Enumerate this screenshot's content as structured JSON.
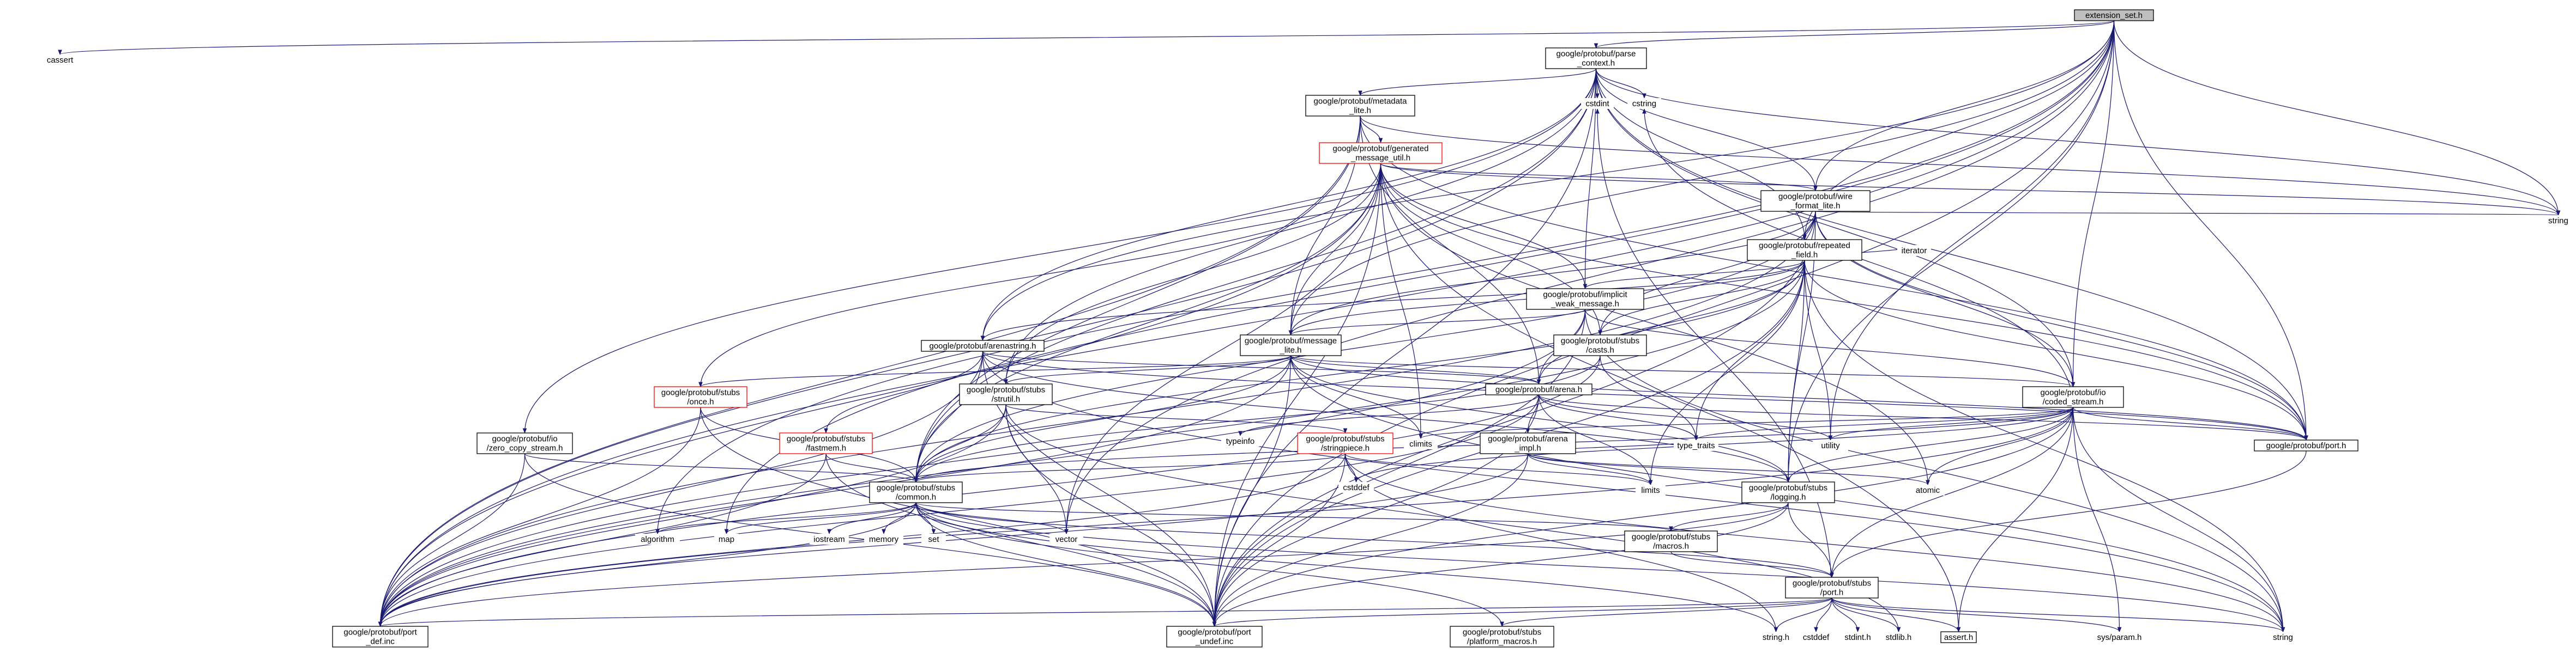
{
  "graph": {
    "nodes": [
      {
        "id": "extension_set",
        "lines": [
          "extension_set.h"
        ],
        "style": "self"
      },
      {
        "id": "cassert",
        "lines": [
          "cassert"
        ],
        "style": "plain"
      },
      {
        "id": "parse_context",
        "lines": [
          "google/protobuf/parse",
          "_context.h"
        ],
        "style": "box"
      },
      {
        "id": "cstdint",
        "lines": [
          "cstdint"
        ],
        "style": "plain"
      },
      {
        "id": "cstring",
        "lines": [
          "cstring"
        ],
        "style": "plain"
      },
      {
        "id": "metadata_lite",
        "lines": [
          "google/protobuf/metadata",
          "_lite.h"
        ],
        "style": "box"
      },
      {
        "id": "generated_message_util",
        "lines": [
          "google/protobuf/generated",
          "_message_util.h"
        ],
        "style": "red"
      },
      {
        "id": "wire_format_lite",
        "lines": [
          "google/protobuf/wire",
          "_format_lite.h"
        ],
        "style": "box"
      },
      {
        "id": "repeated_field",
        "lines": [
          "google/protobuf/repeated",
          "_field.h"
        ],
        "style": "box"
      },
      {
        "id": "iterator",
        "lines": [
          "iterator"
        ],
        "style": "plain"
      },
      {
        "id": "implicit_weak_message",
        "lines": [
          "google/protobuf/implicit",
          "_weak_message.h"
        ],
        "style": "box"
      },
      {
        "id": "casts",
        "lines": [
          "google/protobuf/stubs",
          "/casts.h"
        ],
        "style": "box"
      },
      {
        "id": "arenastring",
        "lines": [
          "google/protobuf/arenastring.h"
        ],
        "style": "box"
      },
      {
        "id": "message_lite",
        "lines": [
          "google/protobuf/message",
          "_lite.h"
        ],
        "style": "box"
      },
      {
        "id": "once",
        "lines": [
          "google/protobuf/stubs",
          "/once.h"
        ],
        "style": "red"
      },
      {
        "id": "strutil",
        "lines": [
          "google/protobuf/stubs",
          "/strutil.h"
        ],
        "style": "box"
      },
      {
        "id": "arena",
        "lines": [
          "google/protobuf/arena.h"
        ],
        "style": "box"
      },
      {
        "id": "coded_stream",
        "lines": [
          "google/protobuf/io",
          "/coded_stream.h"
        ],
        "style": "box"
      },
      {
        "id": "fastmem",
        "lines": [
          "google/protobuf/stubs",
          "/fastmem.h"
        ],
        "style": "red"
      },
      {
        "id": "zero_copy_stream",
        "lines": [
          "google/protobuf/io",
          "/zero_copy_stream.h"
        ],
        "style": "box"
      },
      {
        "id": "typeinfo",
        "lines": [
          "typeinfo"
        ],
        "style": "plain"
      },
      {
        "id": "stringpiece",
        "lines": [
          "google/protobuf/stubs",
          "/stringpiece.h"
        ],
        "style": "red"
      },
      {
        "id": "climits",
        "lines": [
          "climits"
        ],
        "style": "plain"
      },
      {
        "id": "arena_impl",
        "lines": [
          "google/protobuf/arena",
          "_impl.h"
        ],
        "style": "box"
      },
      {
        "id": "type_traits",
        "lines": [
          "type_traits"
        ],
        "style": "plain"
      },
      {
        "id": "utility",
        "lines": [
          "utility"
        ],
        "style": "plain"
      },
      {
        "id": "port_h",
        "lines": [
          "google/protobuf/port.h"
        ],
        "style": "box"
      },
      {
        "id": "cstddef",
        "lines": [
          "cstddef"
        ],
        "style": "plain"
      },
      {
        "id": "limits",
        "lines": [
          "limits"
        ],
        "style": "plain"
      },
      {
        "id": "atomic",
        "lines": [
          "atomic"
        ],
        "style": "plain"
      },
      {
        "id": "common",
        "lines": [
          "google/protobuf/stubs",
          "/common.h"
        ],
        "style": "box"
      },
      {
        "id": "logging",
        "lines": [
          "google/protobuf/stubs",
          "/logging.h"
        ],
        "style": "box"
      },
      {
        "id": "algorithm",
        "lines": [
          "algorithm"
        ],
        "style": "plain"
      },
      {
        "id": "map",
        "lines": [
          "map"
        ],
        "style": "plain"
      },
      {
        "id": "iostream",
        "lines": [
          "iostream"
        ],
        "style": "plain"
      },
      {
        "id": "memory",
        "lines": [
          "memory"
        ],
        "style": "plain"
      },
      {
        "id": "set",
        "lines": [
          "set"
        ],
        "style": "plain"
      },
      {
        "id": "vector",
        "lines": [
          "vector"
        ],
        "style": "plain"
      },
      {
        "id": "macros",
        "lines": [
          "google/protobuf/stubs",
          "/macros.h"
        ],
        "style": "box"
      },
      {
        "id": "stubs_port",
        "lines": [
          "google/protobuf/stubs",
          "/port.h"
        ],
        "style": "box"
      },
      {
        "id": "port_def",
        "lines": [
          "google/protobuf/port",
          "_def.inc"
        ],
        "style": "box"
      },
      {
        "id": "port_undef",
        "lines": [
          "google/protobuf/port",
          "_undef.inc"
        ],
        "style": "box"
      },
      {
        "id": "platform_macros",
        "lines": [
          "google/protobuf/stubs",
          "/platform_macros.h"
        ],
        "style": "box"
      },
      {
        "id": "string_h",
        "lines": [
          "string.h"
        ],
        "style": "plain"
      },
      {
        "id": "cstddef2",
        "lines": [
          "cstddef"
        ],
        "style": "plain"
      },
      {
        "id": "stdint_h",
        "lines": [
          "stdint.h"
        ],
        "style": "plain"
      },
      {
        "id": "stdlib_h",
        "lines": [
          "stdlib.h"
        ],
        "style": "plain"
      },
      {
        "id": "assert_h",
        "lines": [
          "assert.h"
        ],
        "style": "box"
      },
      {
        "id": "sys_param",
        "lines": [
          "sys/param.h"
        ],
        "style": "plain"
      },
      {
        "id": "string",
        "lines": [
          "string"
        ],
        "style": "plain"
      },
      {
        "id": "string_right",
        "lines": [
          "string"
        ],
        "style": "plain"
      }
    ],
    "edges": [
      [
        "extension_set",
        "cassert"
      ],
      [
        "extension_set",
        "parse_context"
      ],
      [
        "extension_set",
        "arenastring"
      ],
      [
        "extension_set",
        "message_lite"
      ],
      [
        "extension_set",
        "repeated_field"
      ],
      [
        "extension_set",
        "wire_format_lite"
      ],
      [
        "extension_set",
        "coded_stream"
      ],
      [
        "extension_set",
        "port_h"
      ],
      [
        "extension_set",
        "logging"
      ],
      [
        "extension_set",
        "port_def"
      ],
      [
        "extension_set",
        "port_undef"
      ],
      [
        "extension_set",
        "string_right"
      ],
      [
        "extension_set",
        "vector"
      ],
      [
        "extension_set",
        "map"
      ],
      [
        "extension_set",
        "algorithm"
      ],
      [
        "extension_set",
        "utility"
      ],
      [
        "parse_context",
        "cstdint"
      ],
      [
        "parse_context",
        "cstring"
      ],
      [
        "parse_context",
        "metadata_lite"
      ],
      [
        "parse_context",
        "wire_format_lite"
      ],
      [
        "parse_context",
        "repeated_field"
      ],
      [
        "parse_context",
        "implicit_weak_message"
      ],
      [
        "parse_context",
        "arenastring"
      ],
      [
        "parse_context",
        "coded_stream"
      ],
      [
        "parse_context",
        "zero_copy_stream"
      ],
      [
        "parse_context",
        "strutil"
      ],
      [
        "parse_context",
        "common"
      ],
      [
        "parse_context",
        "port_h"
      ],
      [
        "parse_context",
        "port_def"
      ],
      [
        "parse_context",
        "port_undef"
      ],
      [
        "parse_context",
        "string_right"
      ],
      [
        "metadata_lite",
        "generated_message_util"
      ],
      [
        "metadata_lite",
        "message_lite"
      ],
      [
        "metadata_lite",
        "arena"
      ],
      [
        "metadata_lite",
        "common"
      ],
      [
        "metadata_lite",
        "port_h"
      ],
      [
        "metadata_lite",
        "port_def"
      ],
      [
        "metadata_lite",
        "string_right"
      ],
      [
        "generated_message_util",
        "wire_format_lite"
      ],
      [
        "generated_message_util",
        "implicit_weak_message"
      ],
      [
        "generated_message_util",
        "message_lite"
      ],
      [
        "generated_message_util",
        "once"
      ],
      [
        "generated_message_util",
        "casts"
      ],
      [
        "generated_message_util",
        "strutil"
      ],
      [
        "generated_message_util",
        "common"
      ],
      [
        "generated_message_util",
        "climits"
      ],
      [
        "generated_message_util",
        "vector"
      ],
      [
        "generated_message_util",
        "assert_h"
      ],
      [
        "generated_message_util",
        "port_h"
      ],
      [
        "generated_message_util",
        "port_def"
      ],
      [
        "generated_message_util",
        "port_undef"
      ],
      [
        "generated_message_util",
        "string_right"
      ],
      [
        "generated_message_util",
        "atomic"
      ],
      [
        "wire_format_lite",
        "repeated_field"
      ],
      [
        "wire_format_lite",
        "message_lite"
      ],
      [
        "wire_format_lite",
        "coded_stream"
      ],
      [
        "wire_format_lite",
        "casts"
      ],
      [
        "wire_format_lite",
        "common"
      ],
      [
        "wire_format_lite",
        "logging"
      ],
      [
        "wire_format_lite",
        "port_h"
      ],
      [
        "wire_format_lite",
        "port_def"
      ],
      [
        "wire_format_lite",
        "port_undef"
      ],
      [
        "wire_format_lite",
        "string_right"
      ],
      [
        "repeated_field",
        "iterator"
      ],
      [
        "repeated_field",
        "implicit_weak_message"
      ],
      [
        "repeated_field",
        "arena"
      ],
      [
        "repeated_field",
        "message_lite"
      ],
      [
        "repeated_field",
        "casts"
      ],
      [
        "repeated_field",
        "common"
      ],
      [
        "repeated_field",
        "logging"
      ],
      [
        "repeated_field",
        "port_h"
      ],
      [
        "repeated_field",
        "type_traits"
      ],
      [
        "repeated_field",
        "utility"
      ],
      [
        "repeated_field",
        "limits"
      ],
      [
        "repeated_field",
        "string"
      ],
      [
        "repeated_field",
        "port_def"
      ],
      [
        "repeated_field",
        "port_undef"
      ],
      [
        "repeated_field",
        "arenastring"
      ],
      [
        "implicit_weak_message",
        "arena"
      ],
      [
        "implicit_weak_message",
        "message_lite"
      ],
      [
        "implicit_weak_message",
        "coded_stream"
      ],
      [
        "implicit_weak_message",
        "port_def"
      ],
      [
        "implicit_weak_message",
        "port_undef"
      ],
      [
        "implicit_weak_message",
        "string"
      ],
      [
        "casts",
        "common"
      ],
      [
        "casts",
        "type_traits"
      ],
      [
        "casts",
        "port_def"
      ],
      [
        "arenastring",
        "arena"
      ],
      [
        "arenastring",
        "fastmem"
      ],
      [
        "arenastring",
        "logging"
      ],
      [
        "arenastring",
        "common"
      ],
      [
        "arenastring",
        "port_h"
      ],
      [
        "arenastring",
        "string"
      ],
      [
        "arenastring",
        "port_def"
      ],
      [
        "arenastring",
        "port_undef"
      ],
      [
        "message_lite",
        "climits"
      ],
      [
        "message_lite",
        "arena"
      ],
      [
        "message_lite",
        "coded_stream"
      ],
      [
        "message_lite",
        "once"
      ],
      [
        "message_lite",
        "strutil"
      ],
      [
        "message_lite",
        "common"
      ],
      [
        "message_lite",
        "logging"
      ],
      [
        "message_lite",
        "port_h"
      ],
      [
        "message_lite",
        "string"
      ],
      [
        "message_lite",
        "port_def"
      ],
      [
        "message_lite",
        "port_undef"
      ],
      [
        "once",
        "common"
      ],
      [
        "once",
        "port_def"
      ],
      [
        "once",
        "port_undef"
      ],
      [
        "strutil",
        "stringpiece"
      ],
      [
        "strutil",
        "common"
      ],
      [
        "strutil",
        "vector"
      ],
      [
        "strutil",
        "port_def"
      ],
      [
        "strutil",
        "port_undef"
      ],
      [
        "strutil",
        "stdlib_h"
      ],
      [
        "arena",
        "limits"
      ],
      [
        "arena",
        "type_traits"
      ],
      [
        "arena",
        "utility"
      ],
      [
        "arena",
        "typeinfo"
      ],
      [
        "arena",
        "arena_impl"
      ],
      [
        "arena",
        "port_h"
      ],
      [
        "arena",
        "port_def"
      ],
      [
        "arena",
        "port_undef"
      ],
      [
        "coded_stream",
        "assert_h"
      ],
      [
        "coded_stream",
        "atomic"
      ],
      [
        "coded_stream",
        "climits"
      ],
      [
        "coded_stream",
        "cstddef"
      ],
      [
        "coded_stream",
        "cstring"
      ],
      [
        "coded_stream",
        "string"
      ],
      [
        "coded_stream",
        "type_traits"
      ],
      [
        "coded_stream",
        "utility"
      ],
      [
        "coded_stream",
        "common"
      ],
      [
        "coded_stream",
        "logging"
      ],
      [
        "coded_stream",
        "stubs_port"
      ],
      [
        "coded_stream",
        "port_h"
      ],
      [
        "coded_stream",
        "port_def"
      ],
      [
        "coded_stream",
        "port_undef"
      ],
      [
        "coded_stream",
        "sys_param"
      ],
      [
        "fastmem",
        "common"
      ],
      [
        "fastmem",
        "port_def"
      ],
      [
        "fastmem",
        "port_undef"
      ],
      [
        "fastmem",
        "stddef"
      ],
      [
        "zero_copy_stream",
        "common"
      ],
      [
        "zero_copy_stream",
        "port_def"
      ],
      [
        "zero_copy_stream",
        "port_undef"
      ],
      [
        "stringpiece",
        "common"
      ],
      [
        "stringpiece",
        "hash"
      ],
      [
        "stringpiece",
        "cstddef"
      ],
      [
        "stringpiece",
        "limits"
      ],
      [
        "stringpiece",
        "string"
      ],
      [
        "stringpiece",
        "port_def"
      ],
      [
        "stringpiece",
        "port_undef"
      ],
      [
        "stringpiece",
        "string_h"
      ],
      [
        "arena_impl",
        "atomic"
      ],
      [
        "arena_impl",
        "limits"
      ],
      [
        "arena_impl",
        "type_traits"
      ],
      [
        "arena_impl",
        "logging"
      ],
      [
        "arena_impl",
        "port_def"
      ],
      [
        "arena_impl",
        "port_undef"
      ],
      [
        "port_h",
        "stubs_port"
      ],
      [
        "common",
        "algorithm"
      ],
      [
        "common",
        "iostream"
      ],
      [
        "common",
        "map"
      ],
      [
        "common",
        "memory"
      ],
      [
        "common",
        "set"
      ],
      [
        "common",
        "string"
      ],
      [
        "common",
        "vector"
      ],
      [
        "common",
        "stubs_port"
      ],
      [
        "common",
        "macros"
      ],
      [
        "common",
        "platform_macros"
      ],
      [
        "common",
        "port_def"
      ],
      [
        "common",
        "port_undef"
      ],
      [
        "common",
        "string_h"
      ],
      [
        "logging",
        "macros"
      ],
      [
        "logging",
        "stubs_port"
      ],
      [
        "logging",
        "port_def"
      ],
      [
        "logging",
        "port_undef"
      ],
      [
        "macros",
        "stubs_port"
      ],
      [
        "stubs_port",
        "assert_h"
      ],
      [
        "stubs_port",
        "cstdint"
      ],
      [
        "stubs_port",
        "cstddef2"
      ],
      [
        "stubs_port",
        "stdint_h"
      ],
      [
        "stubs_port",
        "stdlib_h"
      ],
      [
        "stubs_port",
        "string"
      ],
      [
        "stubs_port",
        "string_h"
      ],
      [
        "stubs_port",
        "platform_macros"
      ],
      [
        "stubs_port",
        "sys_param"
      ],
      [
        "stubs_port",
        "port_def"
      ],
      [
        "stubs_port",
        "port_undef"
      ]
    ]
  }
}
